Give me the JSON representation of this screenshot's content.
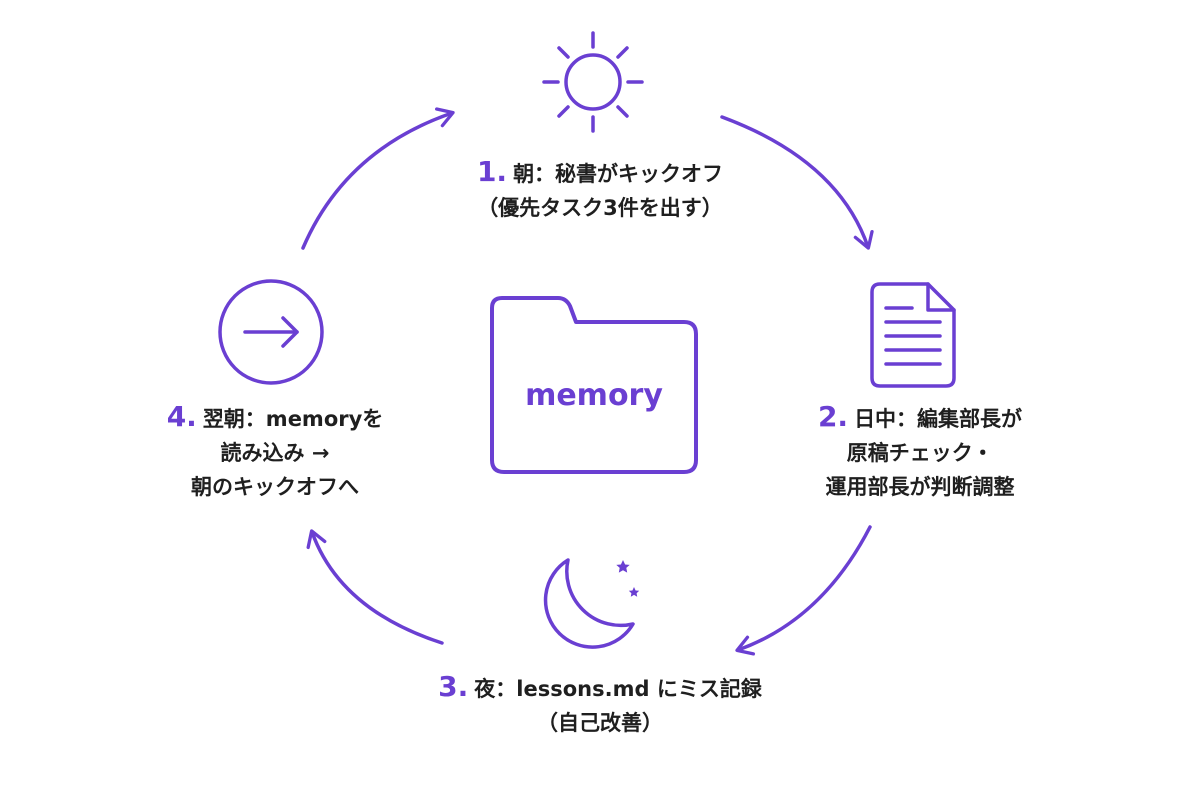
{
  "colors": {
    "accent": "#6a3fd2",
    "text": "#1f1f1f",
    "background": "#ffffff"
  },
  "center": {
    "icon": "folder-icon",
    "label": "memory"
  },
  "steps": [
    {
      "number": "1.",
      "icon": "sun-icon",
      "lines": [
        "朝：秘書がキックオフ",
        "（優先タスク3件を出す）"
      ]
    },
    {
      "number": "2.",
      "icon": "document-icon",
      "lines": [
        "日中：編集部長が",
        "原稿チェック・",
        "運用部長が判断調整"
      ]
    },
    {
      "number": "3.",
      "icon": "moon-stars-icon",
      "lines": [
        "夜：lessons.md にミス記録",
        "（自己改善）"
      ]
    },
    {
      "number": "4.",
      "icon": "arrow-circle-icon",
      "lines": [
        "翌朝：memoryを",
        "読み込み →",
        "朝のキックオフへ"
      ]
    }
  ]
}
